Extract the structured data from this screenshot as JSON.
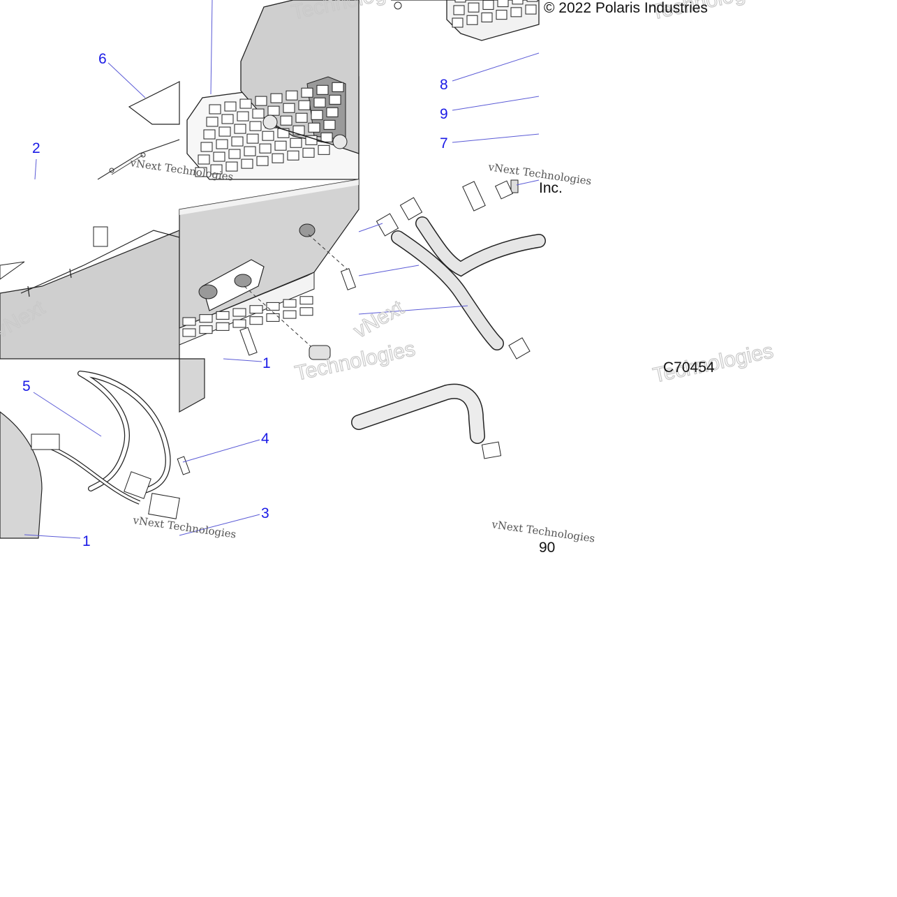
{
  "copyright_line1": "© 2022 Polaris Industries",
  "copyright_line2": "Inc.",
  "drawing_code": "C70454",
  "drawing_code_part": "90",
  "watermark_small": "vNext Technologies",
  "watermark_big_1": "Technologies",
  "watermark_big_2": "vNext",
  "callouts": {
    "c1": "1",
    "c1b": "1",
    "c2": "2",
    "c3": "3",
    "c4": "4",
    "c5": "5",
    "c6": "6",
    "c7": "7",
    "c8": "8",
    "c9": "9"
  },
  "colors": {
    "callout": "#1a1ae6",
    "leader": "#5a5ad6",
    "part_fill": "#cfcfcf",
    "part_dark": "#9a9a9a",
    "outline": "#333333"
  }
}
